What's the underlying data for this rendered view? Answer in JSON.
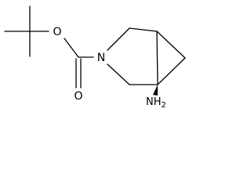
{
  "molecule": {
    "atoms": {
      "carbonyl_oxygen": "O",
      "ester_oxygen": "O",
      "ring_nitrogen": "N",
      "amine_group": "NH",
      "amine_subscript": "2"
    },
    "colors": {
      "bond": "#000000",
      "text": "#000000",
      "background": "#ffffff"
    }
  }
}
